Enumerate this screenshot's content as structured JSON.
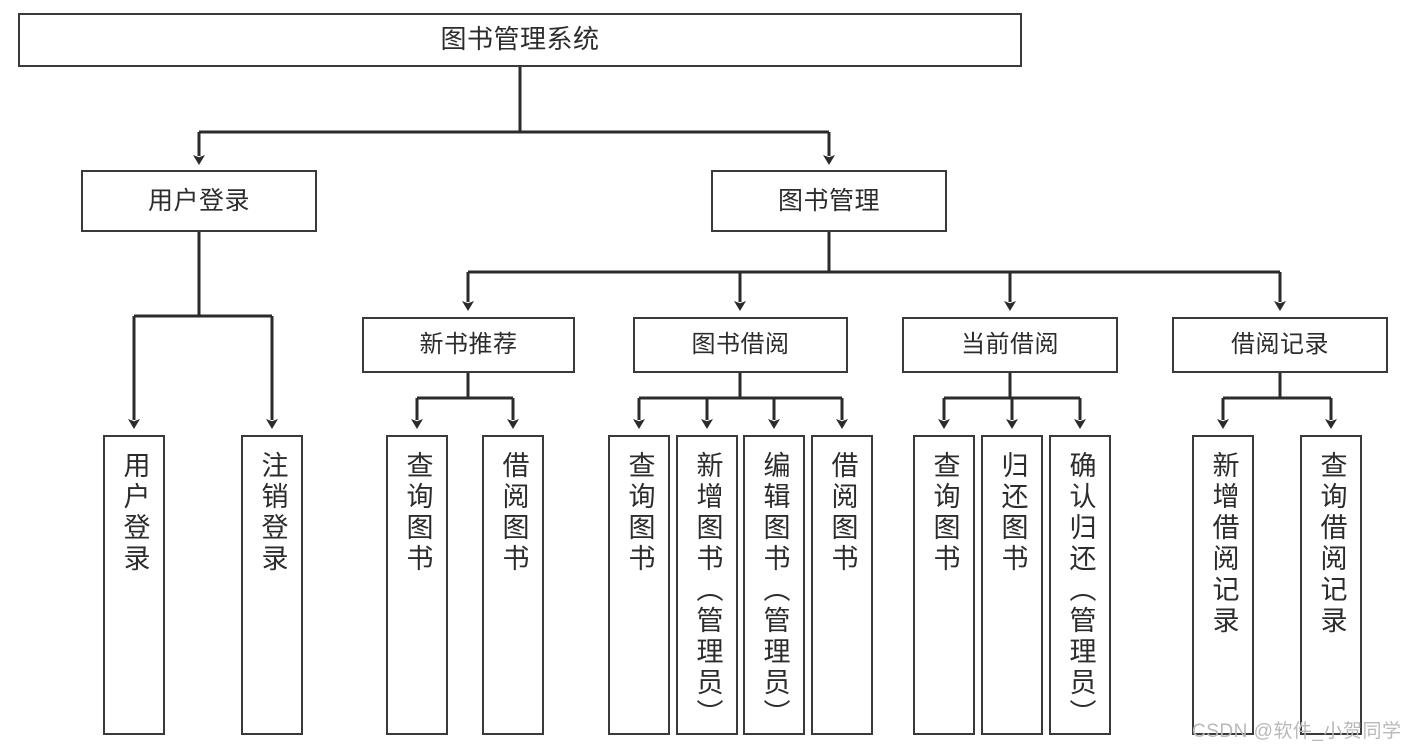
{
  "diagram": {
    "title": "图书管理系统",
    "type": "tree",
    "root": {
      "id": "root",
      "label": "图书管理系统"
    },
    "level2": [
      {
        "id": "user-login",
        "label": "用户登录"
      },
      {
        "id": "book-management",
        "label": "图书管理"
      }
    ],
    "level3": [
      {
        "id": "new-book-recommend",
        "label": "新书推荐"
      },
      {
        "id": "book-borrow",
        "label": "图书借阅"
      },
      {
        "id": "current-borrow",
        "label": "当前借阅"
      },
      {
        "id": "borrow-record",
        "label": "借阅记录"
      }
    ],
    "leaves": {
      "user_login": [
        {
          "id": "leaf-user-login",
          "label": "用户登录"
        },
        {
          "id": "leaf-user-logout",
          "label": "注销登录"
        }
      ],
      "new_book_recommend": [
        {
          "id": "leaf-query-book-1",
          "label": "查询图书"
        },
        {
          "id": "leaf-borrow-book-1",
          "label": "借阅图书"
        }
      ],
      "book_borrow": [
        {
          "id": "leaf-query-book-2",
          "label": "查询图书"
        },
        {
          "id": "leaf-add-book",
          "label": "新增图书（管理员）"
        },
        {
          "id": "leaf-edit-book",
          "label": "编辑图书（管理员）"
        },
        {
          "id": "leaf-borrow-book-2",
          "label": "借阅图书"
        }
      ],
      "current_borrow": [
        {
          "id": "leaf-query-book-3",
          "label": "查询图书"
        },
        {
          "id": "leaf-return-book",
          "label": "归还图书"
        },
        {
          "id": "leaf-confirm-return",
          "label": "确认归还（管理员）"
        }
      ],
      "borrow_record": [
        {
          "id": "leaf-add-record",
          "label": "新增借阅记录"
        },
        {
          "id": "leaf-query-record",
          "label": "查询借阅记录"
        }
      ]
    },
    "watermark": "CSDN @软件_小贺同学",
    "colors": {
      "border": "#3a3a3a",
      "connector": "#2b2b2b",
      "text": "#2c2c2c",
      "background": "#ffffff",
      "watermark": "#b9b9b9"
    }
  }
}
